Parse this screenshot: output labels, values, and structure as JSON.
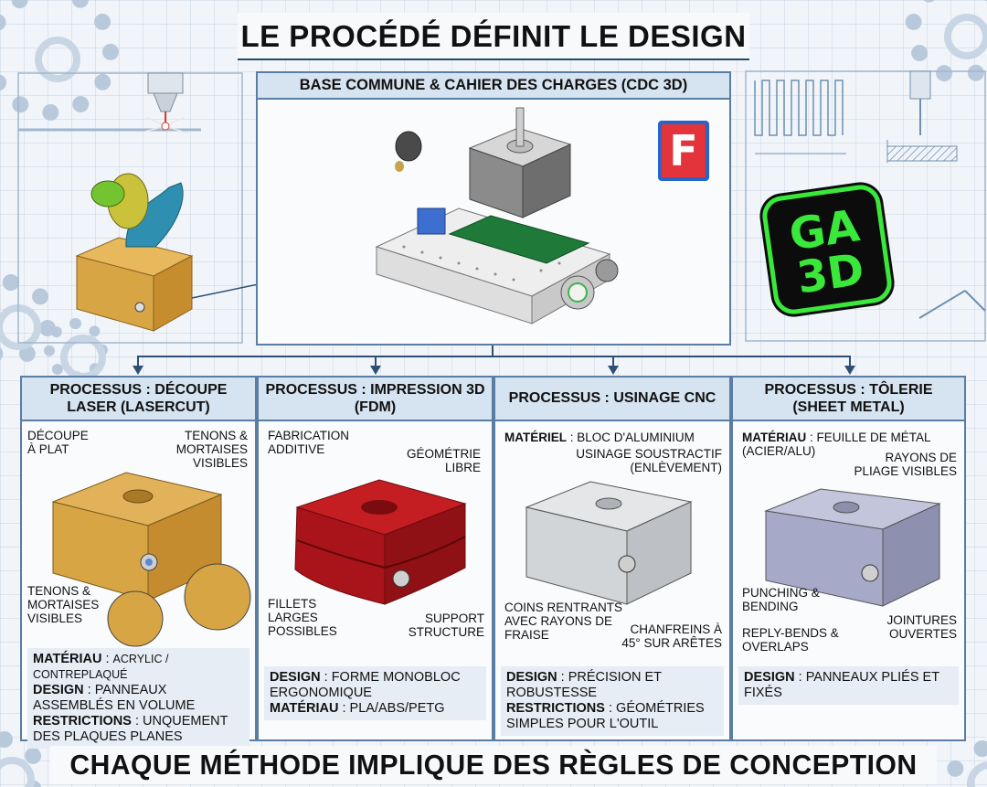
{
  "header": {
    "title": "LE PROCÉDÉ DÉFINIT LE DESIGN"
  },
  "footer": {
    "title": "CHAQUE MÉTHODE IMPLIQUE DES RÈGLES DE CONCEPTION SPÉCIFIQUES"
  },
  "base": {
    "title": "BASE COMMUNE & CAHIER DES CHARGES (CDC 3D)",
    "logo_left_glyph": "F",
    "logo_right_lines": [
      "GA",
      "3D"
    ]
  },
  "processes": [
    {
      "title": "PROCESSUS : DÉCOUPE LASER (LASERCUT)",
      "labels": {
        "a": "DÉCOUPE À PLAT",
        "b": "TENONS & MORTAISES VISIBLES",
        "c": "TENONS & MORTAISES VISIBLES"
      },
      "info": [
        {
          "key": "MATÉRIAU",
          "value": "ACRYLIC / CONTREPLAQUÉ"
        },
        {
          "key": "DESIGN",
          "value": "PANNEAUX ASSEMBLÉS EN VOLUME"
        },
        {
          "key": "RESTRICTIONS",
          "value": "UNQUEMENT DES PLAQUES PLANES"
        }
      ]
    },
    {
      "title": "PROCESSUS : IMPRESSION 3D (FDM)",
      "labels": {
        "a": "FABRICATION ADDITIVE",
        "b": "GÉOMÉTRIE LIBRE",
        "c": "FILLETS LARGES POSSIBLES",
        "d": "SUPPORT STRUCTURE"
      },
      "info": [
        {
          "key": "DESIGN",
          "value": "FORME MONOBLOC ERGONOMIQUE"
        },
        {
          "key": "MATÉRIAU",
          "value": "PLA/ABS/PETG"
        }
      ]
    },
    {
      "title": "PROCESSUS : USINAGE CNC",
      "labels": {
        "a_key": "MATÉRIEL",
        "a_value": "BLOC D'ALUMINIUM",
        "b": "USINAGE SOUSTRACTIF (ENLÈVEMENT)",
        "c": "COINS RENTRANTS AVEC RAYONS DE FRAISE",
        "d": "CHANFREINS À 45° SUR ARÊTES"
      },
      "info": [
        {
          "key": "DESIGN",
          "value": "PRÉCISION ET ROBUSTESSE"
        },
        {
          "key": "RESTRICTIONS",
          "value": "GÉOMÉTRIES SIMPLES POUR L'OUTIL"
        }
      ]
    },
    {
      "title": "PROCESSUS : TÔLERIE (SHEET METAL)",
      "labels": {
        "a_key": "MATÉRIAU",
        "a_value": "FEUILLE DE MÉTAL (ACIER/ALU)",
        "b": "RAYONS DE PLIAGE VISIBLES",
        "c": "PUNCHING & BENDING",
        "d": "REPLY-BENDS & OVERLAPS",
        "e": "JOINTURES OUVERTES"
      },
      "info": [
        {
          "key": "DESIGN",
          "value": "PANNEAUX PLIÉS ET FIXÉS"
        }
      ]
    }
  ],
  "colors": {
    "accent": "#24486e",
    "panel_border": "#5a7da3",
    "panel_head": "#d6e4f1",
    "wood": "#d8a544",
    "red_print": "#b5161b",
    "aluminium": "#d9dcdf",
    "sheet_metal": "#a7a9c9",
    "logo_green": "#39e83a"
  }
}
